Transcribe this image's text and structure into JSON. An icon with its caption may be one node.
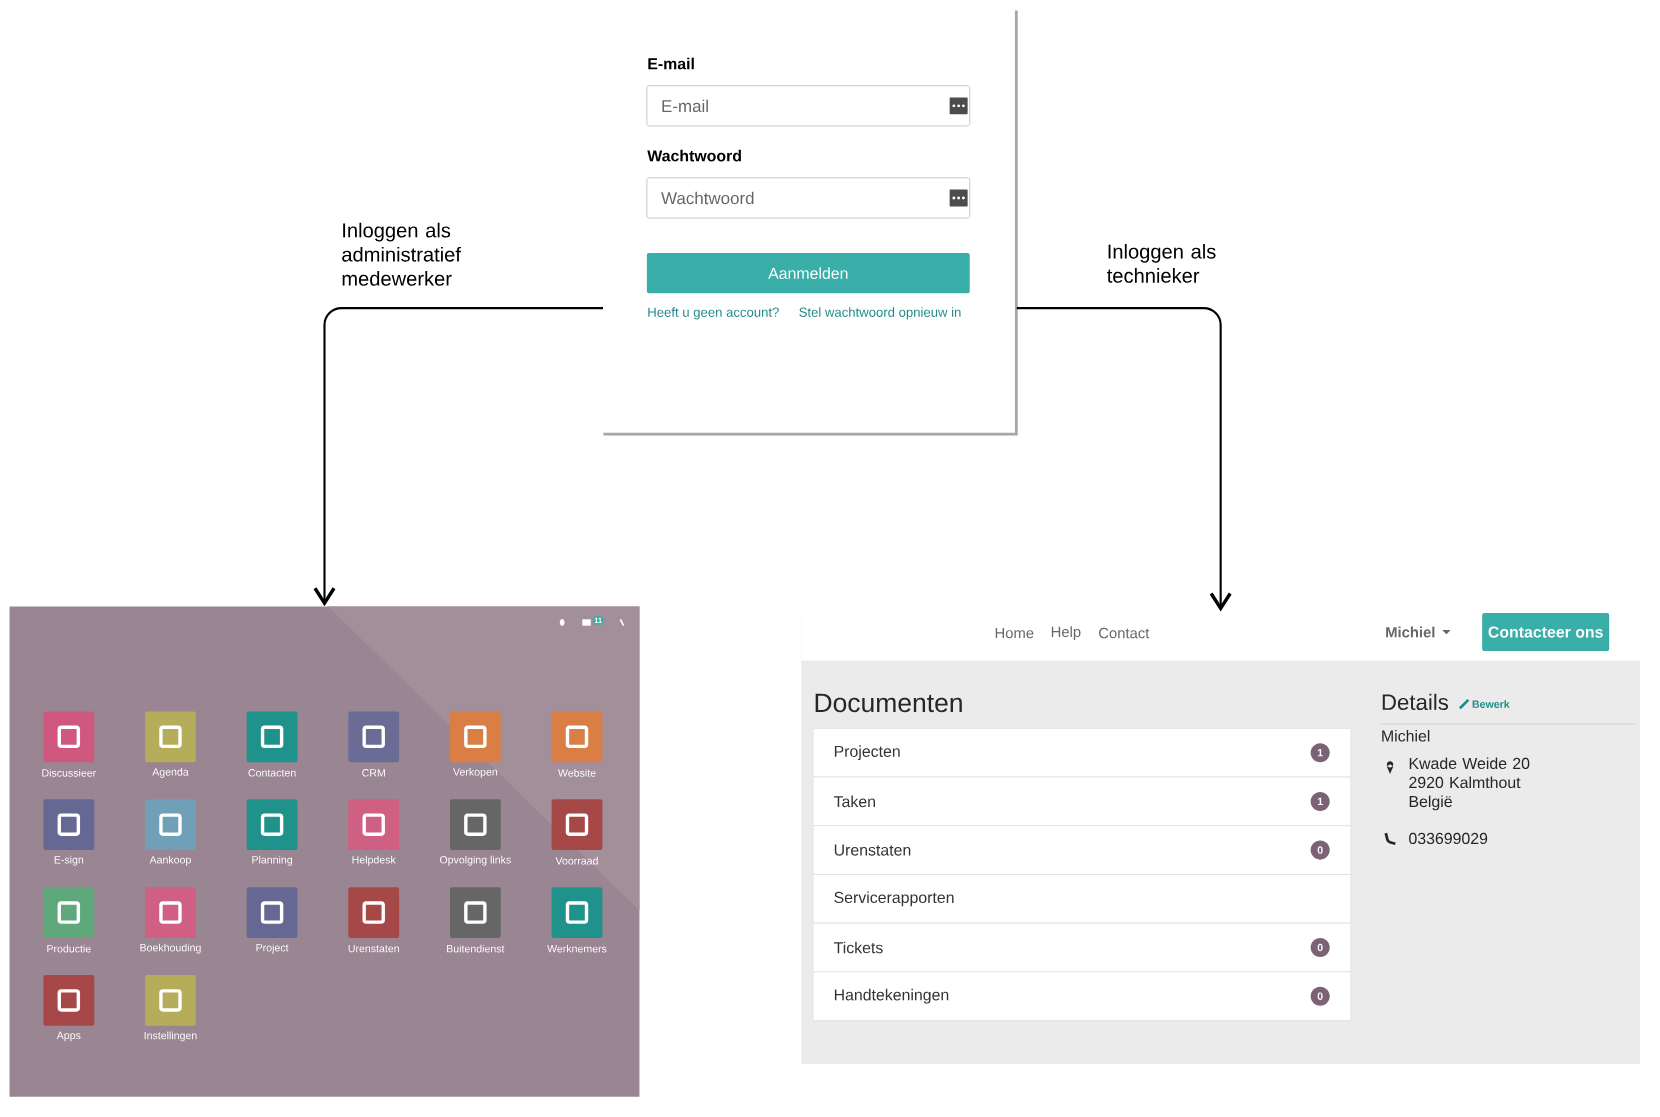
{
  "diagram": {
    "nodes": [
      {
        "text": [
          "E-mail",
          "Wachtwoord",
          "Heeft u geen account?",
          "Stel wachtwoord opnieuw in"
        ]
      },
      {
        "text": [
          "E-mail"
        ],
        "in": 0
      },
      {
        "text": [
          "Wachtwoord"
        ],
        "in": 0
      },
      {
        "text": [
          "Aanmelden"
        ],
        "in": 0
      },
      {
        "text": [
          "11"
        ]
      },
      {
        "text": [
          "Discussieer"
        ],
        "in": 4
      },
      {
        "text": [
          "Agenda"
        ],
        "in": 4
      },
      {
        "text": [
          "Contacten"
        ],
        "in": 4
      },
      {
        "text": [
          "CRM"
        ],
        "in": 4
      },
      {
        "text": [
          "Verkopen"
        ],
        "in": 4
      },
      {
        "text": [
          "Website"
        ],
        "in": 4
      },
      {
        "text": [
          "E-sign"
        ],
        "in": 4
      },
      {
        "text": [
          "Aankoop"
        ],
        "in": 4
      },
      {
        "text": [
          "Planning"
        ],
        "in": 4
      },
      {
        "text": [
          "Helpdesk"
        ],
        "in": 4
      },
      {
        "text": [
          "Opvolging links"
        ],
        "in": 4
      },
      {
        "text": [
          "Voorraad"
        ],
        "in": 4
      },
      {
        "text": [
          "Productie"
        ],
        "in": 4
      },
      {
        "text": [
          "Boekhouding"
        ],
        "in": 4
      },
      {
        "text": [
          "Project"
        ],
        "in": 4
      },
      {
        "text": [
          "Urenstaten"
        ],
        "in": 4
      },
      {
        "text": [
          "Buitendienst"
        ],
        "in": 4
      },
      {
        "text": [
          "Werknemers"
        ],
        "in": 4
      },
      {
        "text": [
          "Apps"
        ],
        "in": 4
      },
      {
        "text": [
          "Instellingen"
        ],
        "in": 4
      },
      {
        "text": [
          "Home",
          "Help",
          "Contact",
          "Michiel",
          "Documenten",
          "Details",
          "Bewerk",
          "Michiel",
          "Kwade Weide 20 2920 Kalmthout België",
          "033699029"
        ]
      },
      {
        "text": [
          "Contacteer ons"
        ],
        "in": 25
      },
      {
        "text": [
          "Projecten",
          "1"
        ],
        "in": 25
      },
      {
        "text": [
          "Taken",
          "1"
        ],
        "in": 25
      },
      {
        "text": [
          "Urenstaten",
          "0"
        ],
        "in": 25
      },
      {
        "text": [
          "Servicerapporten"
        ],
        "in": 25
      },
      {
        "text": [
          "Tickets",
          "0"
        ],
        "in": 25
      },
      {
        "text": [
          "Handtekeningen",
          "0"
        ],
        "in": 25
      }
    ],
    "edges": [
      {
        "from": 0,
        "to": 4,
        "arrow": "to",
        "label": "Inloggen als administratief medewerker"
      },
      {
        "from": 0,
        "to": 25,
        "arrow": "to",
        "label": "Inloggen als technieker"
      }
    ]
  }
}
